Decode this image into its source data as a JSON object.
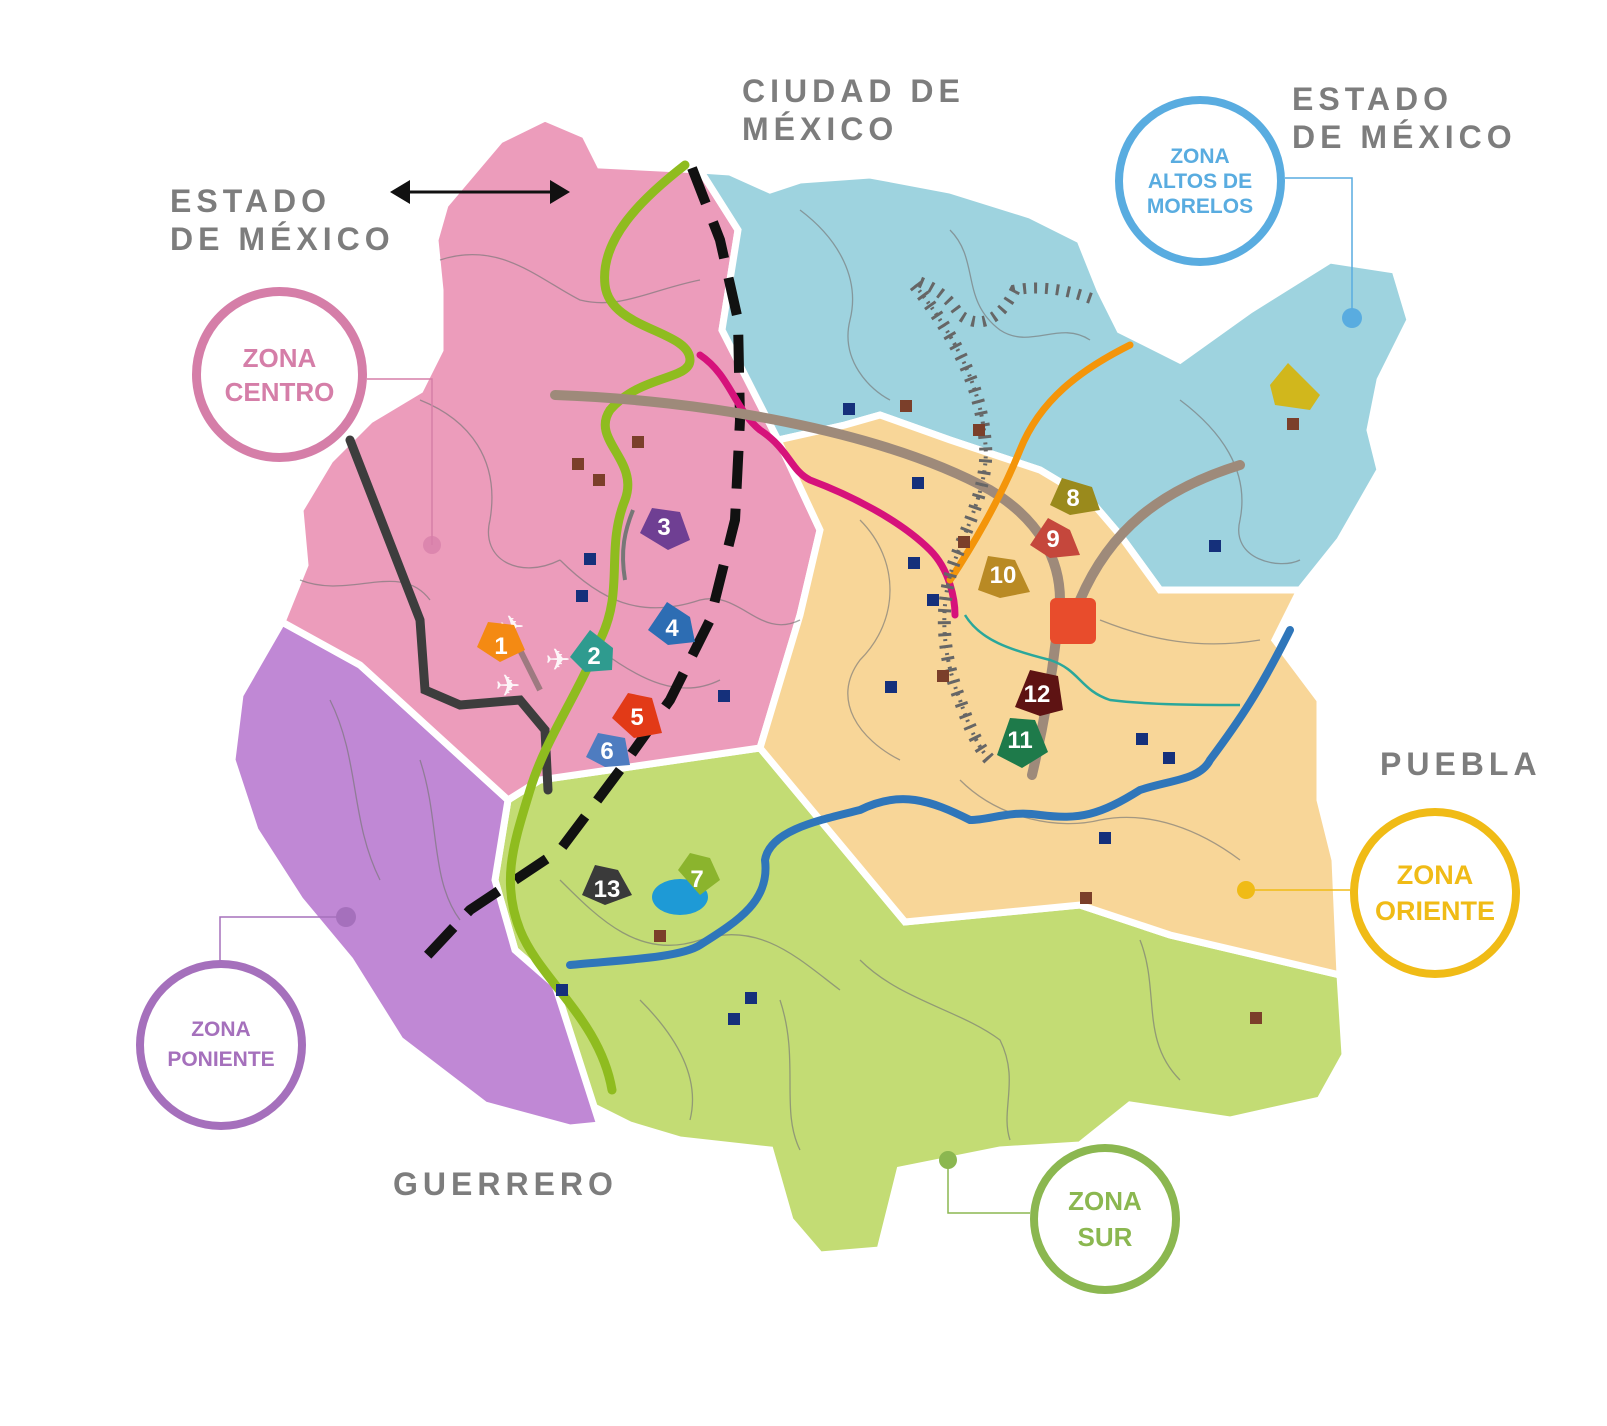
{
  "states": {
    "edomex_west": "ESTADO\nDE MÉXICO",
    "cdmx": "CIUDAD DE\nMÉXICO",
    "edomex_east": "ESTADO\nDE MÉXICO",
    "puebla": "PUEBLA",
    "guerrero": "GUERRERO"
  },
  "zones": {
    "centro": "ZONA\nCENTRO",
    "altos": "ZONA\nALTOS DE\nMORELOS",
    "poniente": "ZONA\nPONIENTE",
    "oriente": "ZONA\nORIENTE",
    "sur": "ZONA\nSUR"
  },
  "colors": {
    "centro": "#ec9cbb",
    "altos": "#9ed3df",
    "poniente": "#c088d5",
    "oriente": "#f8d698",
    "sur": "#c3dc74",
    "centro_ring": "#d57ea8",
    "altos_ring": "#59ace0",
    "poniente_ring": "#a570bc",
    "oriente_ring": "#f0bb16",
    "sur_ring": "#8bb750"
  },
  "markers": [
    "1",
    "2",
    "3",
    "4",
    "5",
    "6",
    "7",
    "8",
    "9",
    "10",
    "11",
    "12",
    "13"
  ]
}
